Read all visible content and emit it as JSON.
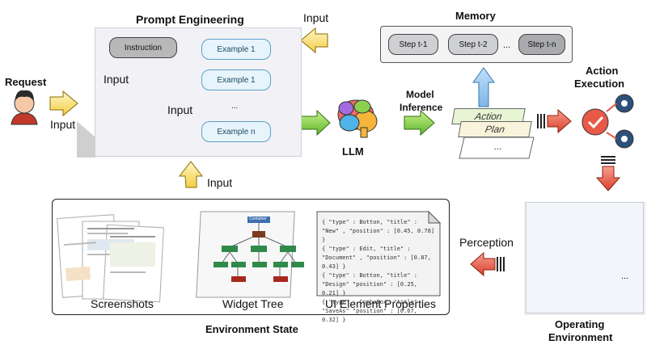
{
  "prompt_engineering": {
    "title": "Prompt Engineering",
    "instruction": "Instruction",
    "examples": [
      "Example 1",
      "Example 1",
      "...",
      "Example n"
    ],
    "input_labels": [
      "Input",
      "Input"
    ]
  },
  "request": {
    "label": "Request",
    "input_label": "Input"
  },
  "top_input_label": "Input",
  "bottom_input_label": "Input",
  "memory": {
    "title": "Memory",
    "steps": [
      "Step t-1",
      "Step t-2",
      "...",
      "Step t-n"
    ]
  },
  "llm": {
    "label": "LLM"
  },
  "model_inference": {
    "label_line1": "Model",
    "label_line2": "Inference"
  },
  "outputs": {
    "cards": [
      "Action",
      "Plan",
      "..."
    ]
  },
  "action_execution": {
    "label_line1": "Action",
    "label_line2": "Execution"
  },
  "operating_environment": {
    "label_line1": "Operating",
    "label_line2": "Environment",
    "ellipsis": "..."
  },
  "perception": {
    "label": "Perception"
  },
  "environment_state": {
    "title": "Environment State",
    "screenshots": "Screenshots",
    "widget_tree": "Widget Tree",
    "ui_props_label": "UI Element Properties",
    "ui_props_lines": [
      "{ \"type\" : Botton, \"title\" :",
      "\"New\" , \"position\" : [0.45, 0.78] }",
      "{ \"type\" : Edit, \"title\" :",
      "\"Document\" , \"position\" : [0.87, 0.43] }",
      "{ \"type\" : Botton, \"title\" :",
      "\"Design\" \"position\" : [0.25, 0.21] }",
      "{ \"type\" : ComboBox, \"title\" :",
      "\"SaveAs\" \"position\" : [0.67, 0.32] }"
    ],
    "tree_root": "Container"
  }
}
